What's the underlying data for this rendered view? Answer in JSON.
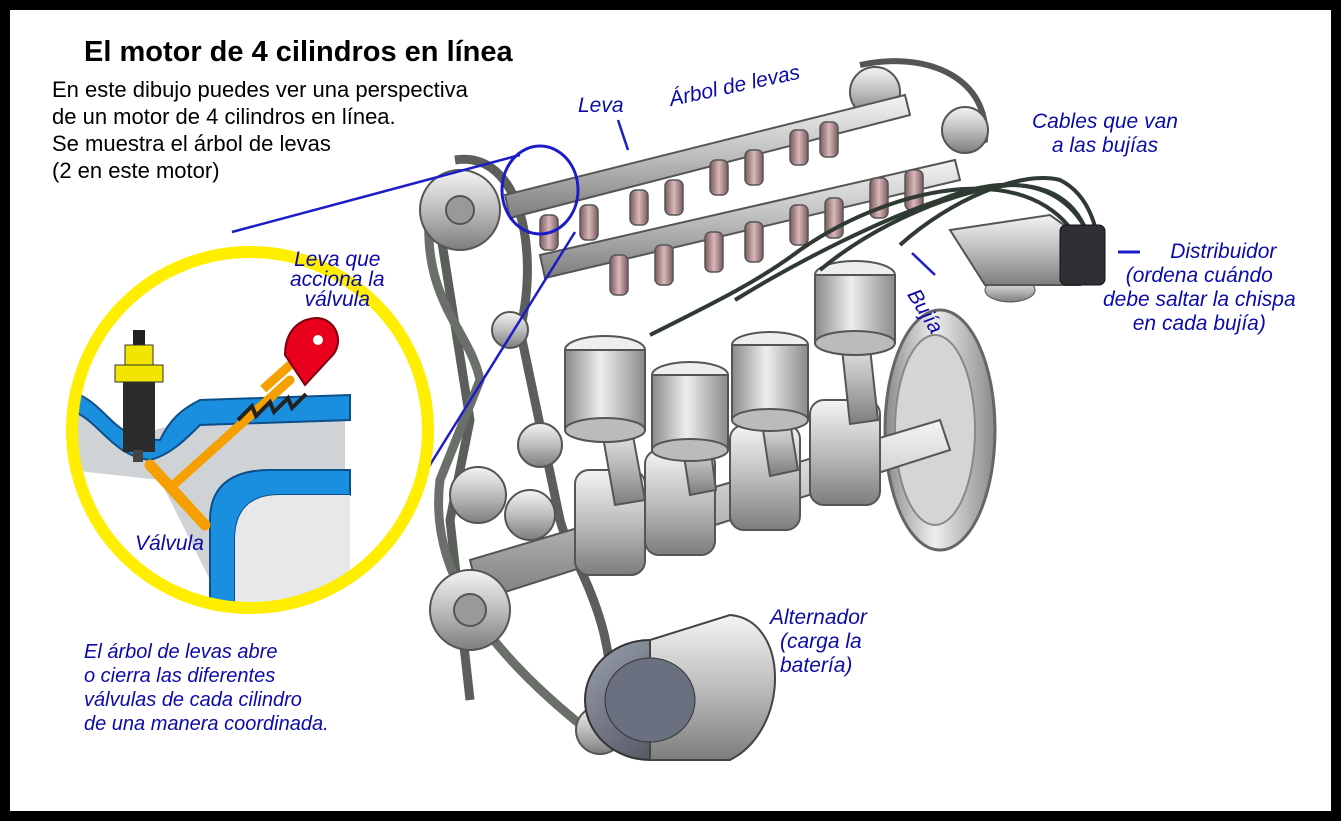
{
  "title": "El motor de 4 cilindros en línea",
  "intro": [
    "En este dibujo puedes ver una perspectiva",
    "de un motor de 4 cilindros en línea.",
    "Se muestra el árbol de levas",
    "(2 en este motor)"
  ],
  "labels": {
    "leva": "Leva",
    "arbol_de_levas": "Árbol de levas",
    "cables": [
      "Cables que van",
      "a las bujías"
    ],
    "distribuidor": [
      "Distribuidor",
      "(ordena cuándo",
      "debe saltar la chispa",
      "en cada bujía)"
    ],
    "bujia": "Bujía",
    "leva_valvula": [
      "Leva que",
      "acciona la",
      "válvula"
    ],
    "valvula": "Válvula",
    "alternador": [
      "Alternador",
      "(carga la",
      "batería)"
    ]
  },
  "note": [
    "El árbol de levas abre",
    "o cierra las diferentes",
    "válvulas de cada cilindro",
    "de una manera coordinada."
  ],
  "colors": {
    "label_blue": "#0b0ba8",
    "callout_yellow": "#ffee00",
    "water_jacket_blue": "#1a8fe0",
    "valve_orange": "#f5a000",
    "cam_red": "#e8001c",
    "spark_plug_yellow": "#f2e600"
  }
}
